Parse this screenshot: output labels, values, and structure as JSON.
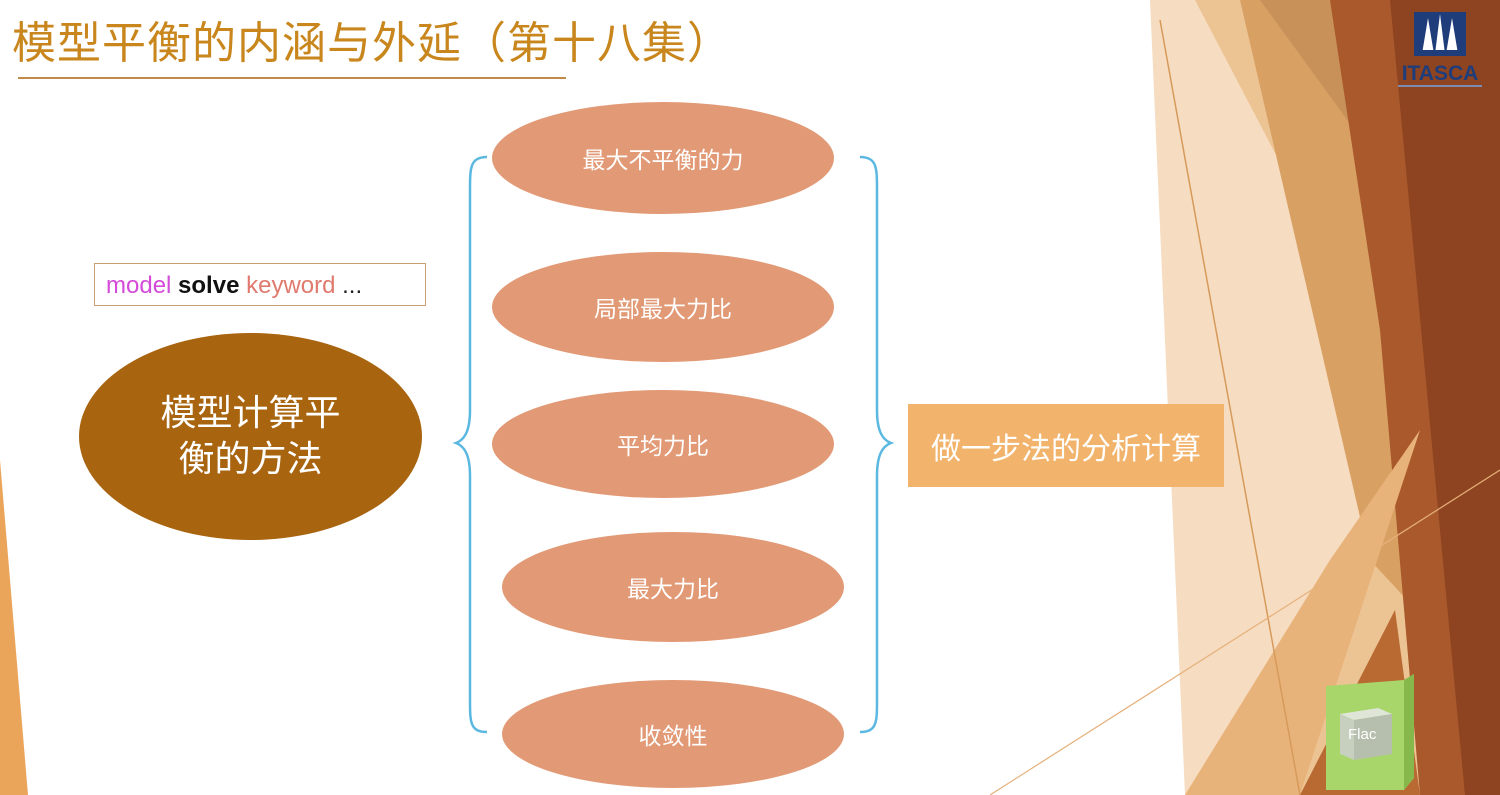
{
  "slide": {
    "title": "模型平衡的内涵与外延（第十八集）",
    "logo_text": "ITASCA",
    "command": {
      "model": "model",
      "solve": "solve",
      "keyword": "keyword",
      "ellipsis": "..."
    },
    "main_concept": "模型计算平衡的方法",
    "methods": [
      "最大不平衡的力",
      "局部最大力比",
      "平均力比",
      "最大力比",
      "收敛性"
    ],
    "result": "做一步法的分析计算",
    "badge_text": "Flac"
  },
  "colors": {
    "title": "#c8861c",
    "main_ellipse": "#a8640f",
    "method_ellipse": "#e29a76",
    "result_box": "#f2b46c",
    "brace": "#5bb8e0",
    "logo": "#1f3d7a",
    "command_model": "#d44bd9",
    "command_keyword": "#e07a6e"
  },
  "icons": {
    "logo": "itasca-trees-logo-icon",
    "badge": "flac-cube-icon"
  }
}
